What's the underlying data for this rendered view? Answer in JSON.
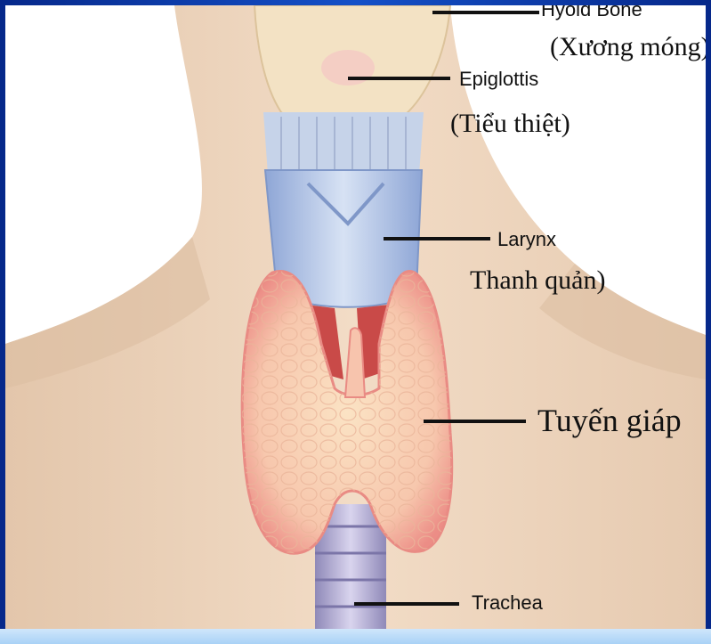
{
  "labels": {
    "hyoid": {
      "en": "Hyoid Bone",
      "vi": "(Xương móng)"
    },
    "epiglottis": {
      "en": "Epiglottis",
      "vi": "(Tiểu thiệt)"
    },
    "larynx": {
      "en": "Larynx",
      "vi": "Thanh quản)"
    },
    "thyroid": {
      "vi": "Tuyến giáp"
    },
    "trachea": {
      "en": "Trachea"
    }
  },
  "colors": {
    "skin": "#f0dcc8",
    "thyroid": "#f5b7a8",
    "larynx": "#b9c9e6",
    "border": "#0a3aa8"
  }
}
